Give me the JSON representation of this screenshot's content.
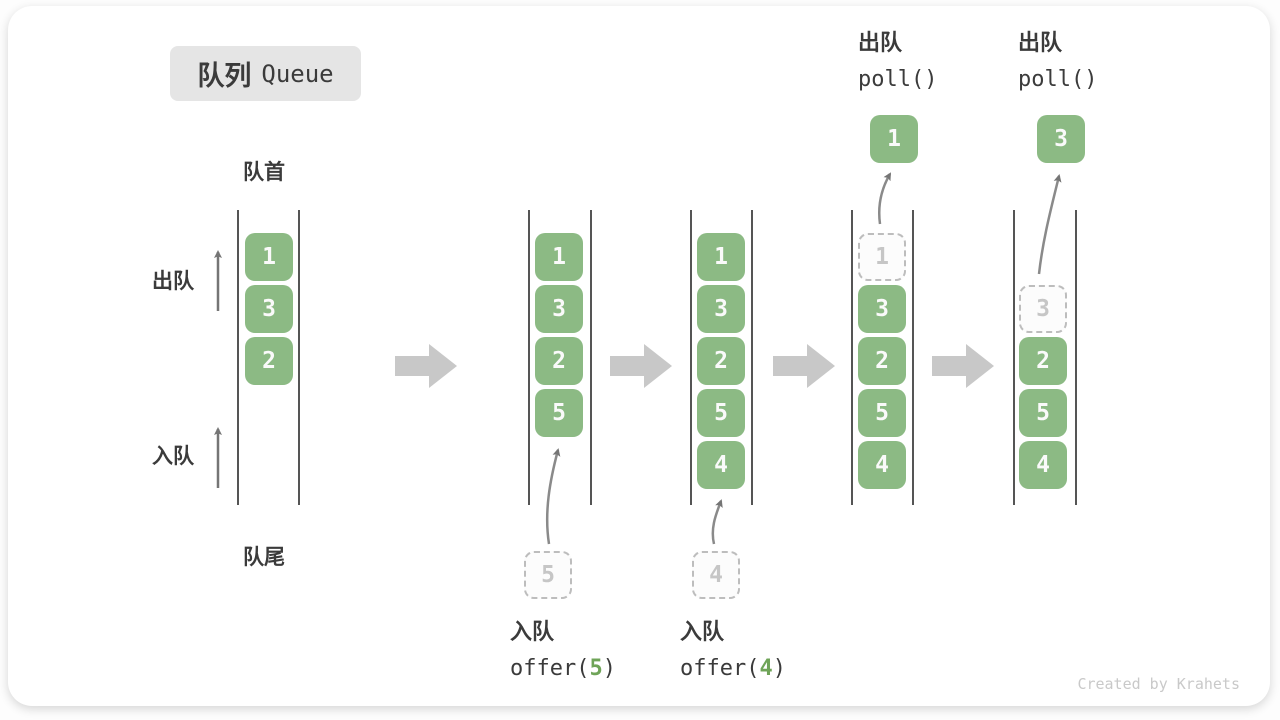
{
  "title": {
    "zh": "队列",
    "en": "Queue"
  },
  "side_labels": {
    "front": "队首",
    "rear": "队尾",
    "dequeue": "出队",
    "enqueue": "入队"
  },
  "colors": {
    "cell_green": "#8cba84",
    "cell_text": "#fafafa",
    "accent_green": "#6fa458",
    "big_arrow": "#c8c8c8",
    "thin_arrow": "#757575",
    "text_dark": "#3b3b3b",
    "dashed_border": "#bdbdbd",
    "title_bg": "#e5e5e5"
  },
  "states": [
    {
      "cells": [
        {
          "v": "1"
        },
        {
          "v": "3"
        },
        {
          "v": "2"
        }
      ]
    },
    {
      "cells": [
        {
          "v": "1"
        },
        {
          "v": "3"
        },
        {
          "v": "2"
        },
        {
          "v": "5"
        }
      ],
      "staged": {
        "v": "5"
      },
      "caption": {
        "op": "入队",
        "fn_open": "offer(",
        "arg": "5",
        "fn_close": ")"
      }
    },
    {
      "cells": [
        {
          "v": "1"
        },
        {
          "v": "3"
        },
        {
          "v": "2"
        },
        {
          "v": "5"
        },
        {
          "v": "4"
        }
      ],
      "staged": {
        "v": "4"
      },
      "caption": {
        "op": "入队",
        "fn_open": "offer(",
        "arg": "4",
        "fn_close": ")"
      }
    },
    {
      "cells": [
        {
          "v": "1"
        },
        {
          "v": "3"
        },
        {
          "v": "2"
        },
        {
          "v": "5"
        },
        {
          "v": "4"
        }
      ],
      "out": {
        "v": "1"
      },
      "header": {
        "op": "出队",
        "fn": "poll()"
      }
    },
    {
      "cells": [
        {
          "v": "3"
        },
        {
          "v": "2"
        },
        {
          "v": "5"
        },
        {
          "v": "4"
        }
      ],
      "out": {
        "v": "3"
      },
      "header": {
        "op": "出队",
        "fn": "poll()"
      }
    }
  ],
  "credit": "Created by Krahets"
}
